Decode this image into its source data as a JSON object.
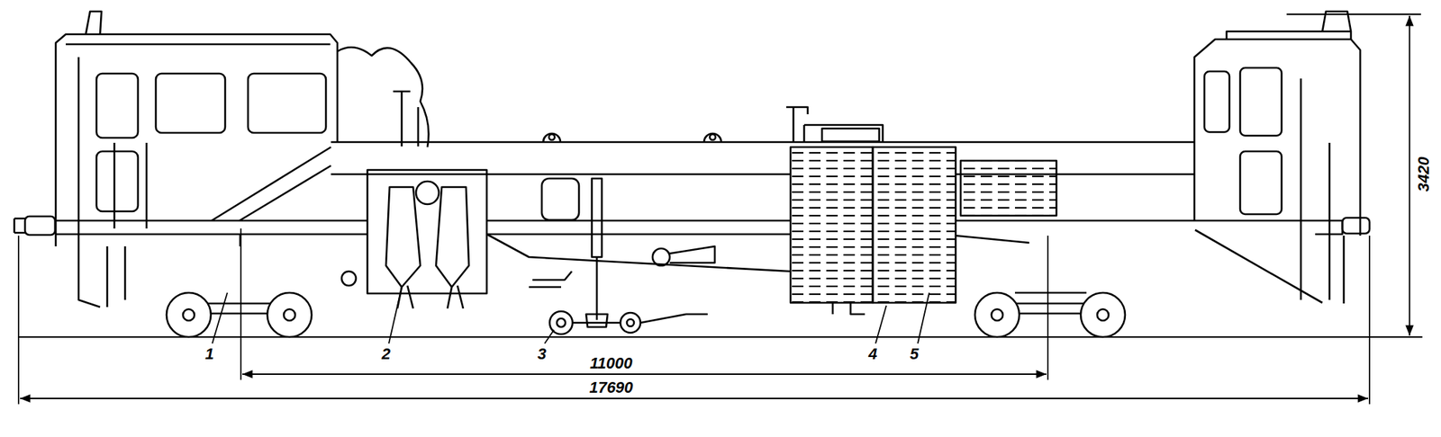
{
  "diagram": {
    "labels": [
      "1",
      "2",
      "3",
      "4",
      "5",
      "11000",
      "17690",
      "3420"
    ]
  }
}
